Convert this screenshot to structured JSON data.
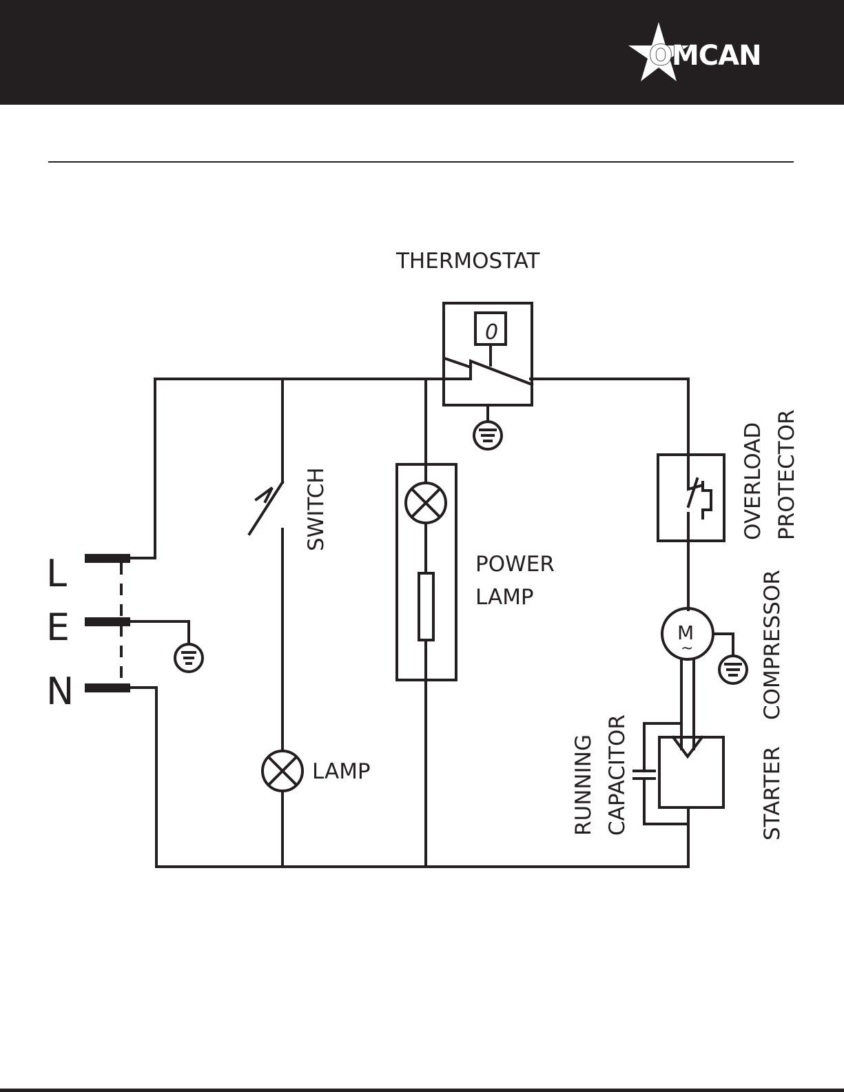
{
  "header": {
    "brand": "OMCAN",
    "logo_icon": "star-logo-icon",
    "background_color": "#231f20",
    "brand_color": "#ffffff"
  },
  "diagram": {
    "labels": {
      "thermostat": "THERMOSTAT",
      "thermostat_dial": "0",
      "switch": "SWITCH",
      "power_lamp_line1": "POWER",
      "power_lamp_line2": "LAMP",
      "lamp": "LAMP",
      "overload_line1": "OVERLOAD",
      "overload_line2": "PROTECTOR",
      "compressor": "COMPRESSOR",
      "motor_letter": "M",
      "motor_symbol": "~",
      "running_capacitor_line1": "RUNNING",
      "running_capacitor_line2": "CAPACITOR",
      "starter": "STARTER",
      "terminal_l": "L",
      "terminal_e": "E",
      "terminal_n": "N"
    },
    "line_color": "#231f20"
  }
}
